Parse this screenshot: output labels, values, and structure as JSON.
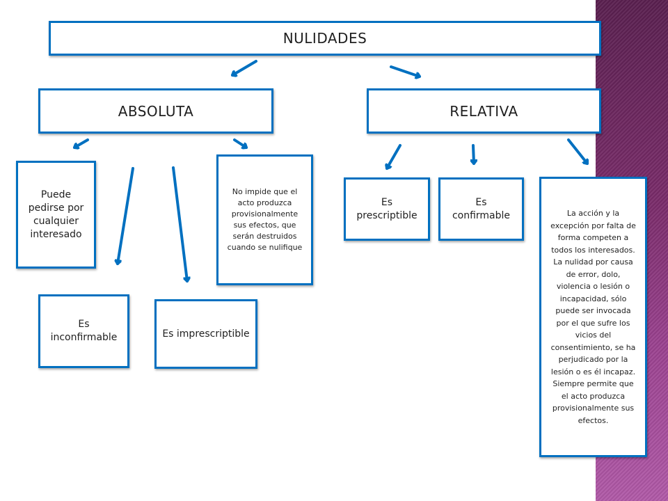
{
  "root": {
    "label": "NULIDADES"
  },
  "absoluta": {
    "label": "ABSOLUTA",
    "children": [
      "Puede pedirse por cualquier interesado",
      "Es inconfirmable",
      "Es imprescriptible",
      "No impide que el acto produzca provisionalmente sus efectos, que serán destruidos cuando se nulifique"
    ]
  },
  "relativa": {
    "label": "RELATIVA",
    "children": [
      "Es prescriptible",
      "Es confirmable",
      "La acción y la excepción por falta de forma competen a todos los interesados. La nulidad por causa de error, dolo, violencia o lesión o incapacidad, sólo puede ser invocada por el que sufre los vicios del consentimiento, se ha perjudicado por la lesión o es él incapaz. Siempre permite que el acto produzca provisionalmente sus efectos."
    ]
  },
  "colors": {
    "box_border": "#0070c0",
    "arrow": "#0070c0",
    "sidebar": "#8a3a7e"
  }
}
